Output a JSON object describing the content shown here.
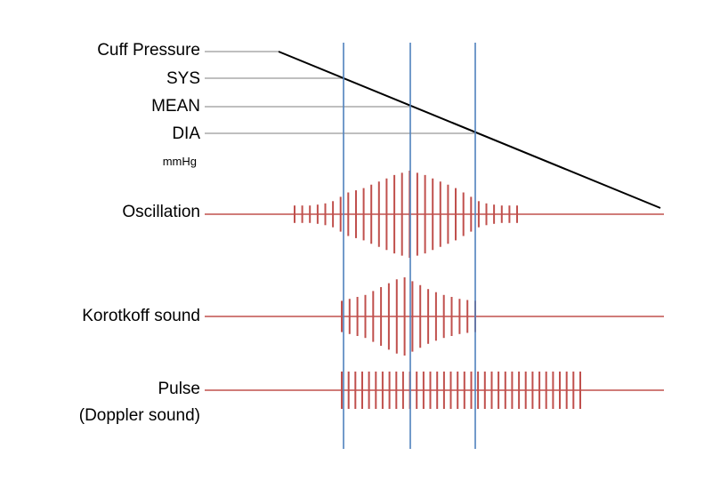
{
  "labels": {
    "cuff_pressure": "Cuff Pressure",
    "sys": "SYS",
    "mean": "MEAN",
    "dia": "DIA",
    "unit": "mmHg",
    "oscillation": "Oscillation",
    "korotkoff": "Korotkoff sound",
    "pulse": "Pulse",
    "doppler": "(Doppler sound)"
  },
  "colors": {
    "signal": "#c0504d",
    "marker": "#4f81bd",
    "leader": "#bfbfbf",
    "pressure_line": "#000000"
  },
  "signals": {
    "oscillation_levels": [
      0.2,
      0.2,
      0.2,
      0.22,
      0.25,
      0.3,
      0.4,
      0.5,
      0.55,
      0.6,
      0.68,
      0.75,
      0.82,
      0.9,
      0.95,
      1.0,
      0.95,
      0.9,
      0.82,
      0.75,
      0.68,
      0.6,
      0.5,
      0.4,
      0.3,
      0.25,
      0.22,
      0.2,
      0.2,
      0.2
    ],
    "korotkoff_levels": [
      0.4,
      0.45,
      0.5,
      0.55,
      0.65,
      0.75,
      0.85,
      0.95,
      1.0,
      0.9,
      0.8,
      0.7,
      0.62,
      0.55,
      0.5,
      0.45,
      0.42,
      0.4
    ],
    "pulse_level": 1.0
  }
}
